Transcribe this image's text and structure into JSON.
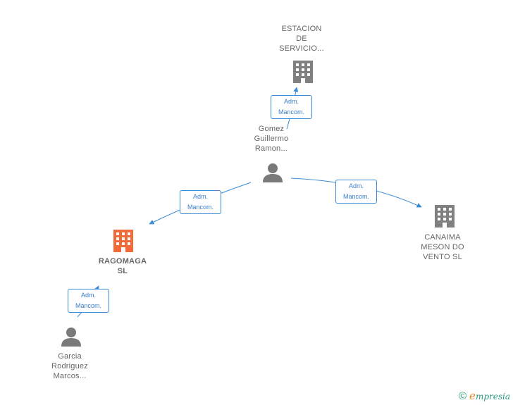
{
  "colors": {
    "edge": "#3a8ad6",
    "company_icon": "#808080",
    "main_company_icon": "#f26a3a",
    "person_icon": "#7a7a7a"
  },
  "nodes": {
    "estacion": {
      "icon": "building-icon",
      "lines": [
        "ESTACION",
        "DE",
        "SERVICIO..."
      ]
    },
    "gomez": {
      "icon": "person-icon",
      "lines": [
        "Gomez",
        "Guillermo",
        "Ramon..."
      ]
    },
    "ragomaga": {
      "icon": "building-icon",
      "lines": [
        "RAGOMAGA",
        "SL"
      ]
    },
    "canaima": {
      "icon": "building-icon",
      "lines": [
        "CANAIMA",
        "MESON DO",
        "VENTO SL"
      ]
    },
    "garcia": {
      "icon": "person-icon",
      "lines": [
        "Garcia",
        "Rodriguez",
        "Marcos..."
      ]
    }
  },
  "edges": {
    "gomez_estacion": {
      "lines": [
        "Adm.",
        "Mancom."
      ]
    },
    "gomez_ragomaga": {
      "lines": [
        "Adm.",
        "Mancom."
      ]
    },
    "gomez_canaima": {
      "lines": [
        "Adm.",
        "Mancom."
      ]
    },
    "garcia_ragomaga": {
      "lines": [
        "Adm.",
        "Mancom."
      ]
    }
  },
  "footer": {
    "copyright_symbol": "©",
    "brand_initial": "e",
    "brand_rest": "mpresia"
  }
}
